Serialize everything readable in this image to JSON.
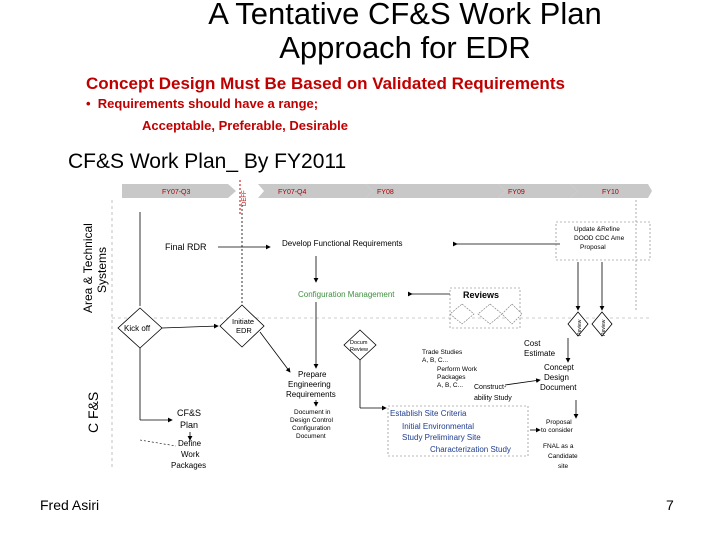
{
  "title": {
    "line1": "A Tentative CF&S Work Plan",
    "line2": "Approach for EDR"
  },
  "headline": "Concept Design Must Be Based on Validated Requirements",
  "bullet": {
    "text": "Requirements should have a range;",
    "sub": "Acceptable, Preferable, Desirable"
  },
  "plan_title": "CF&S Work Plan_ By FY2011",
  "colors": {
    "headline": "#c00000",
    "timeline": "#c8c8c8",
    "timeline_text": "#b00000",
    "config_mgmt": "#3f8f3f",
    "site_text": "#1f3d8f"
  },
  "diagram": {
    "timeline": [
      "FY07-Q3",
      "FY07-Q4",
      "FY08",
      "FY09",
      "FY10"
    ],
    "timeline_marker": "DEFF",
    "lane_labels": {
      "top": [
        "Area & Technical",
        "Systems"
      ],
      "bottom": "C F&S"
    },
    "nodes": {
      "final_rdr": "Final RDR",
      "develop_func": "Develop Functional Requirements",
      "update_refine": [
        "Update &Refine",
        "DOOD CDC Ame",
        "Proposal"
      ],
      "config_mgmt": "Configuration Management",
      "reviews": "Reviews",
      "kick_off": "Kick off",
      "initiate_edr": [
        "Initiate",
        "EDR"
      ],
      "doc_review": [
        "Docum",
        "Review"
      ],
      "small_diamond_a": "Review",
      "small_diamond_b": "Review",
      "trade_studies": [
        "Trade Studies",
        "A, B, C..."
      ],
      "perform_work": [
        "Perform Work",
        "Packages",
        "A, B, C..."
      ],
      "constructability": [
        "Construct-",
        "ability Study"
      ],
      "cost_estimate": [
        "Cost",
        "Estimate"
      ],
      "concept_design": [
        "Concept",
        "Design",
        "Document"
      ],
      "prepare_eng": [
        "Prepare",
        "Engineering",
        "Requirements"
      ],
      "document_design": [
        "Document in",
        "Design Control",
        "Configuration",
        "Document"
      ],
      "cfs_plan": [
        "CF&S",
        "Plan"
      ],
      "define_work": [
        "Define",
        "Work",
        "Packages"
      ],
      "site_criteria": [
        "Establish Site Criteria",
        "Initial Environmental",
        "Study Preliminary Site",
        "Characterization Study"
      ],
      "proposal": [
        "Proposal",
        "to consider",
        "FNAL as a",
        "Candidate",
        "site"
      ]
    }
  },
  "footer": {
    "author": "Fred Asiri",
    "page": "7"
  }
}
